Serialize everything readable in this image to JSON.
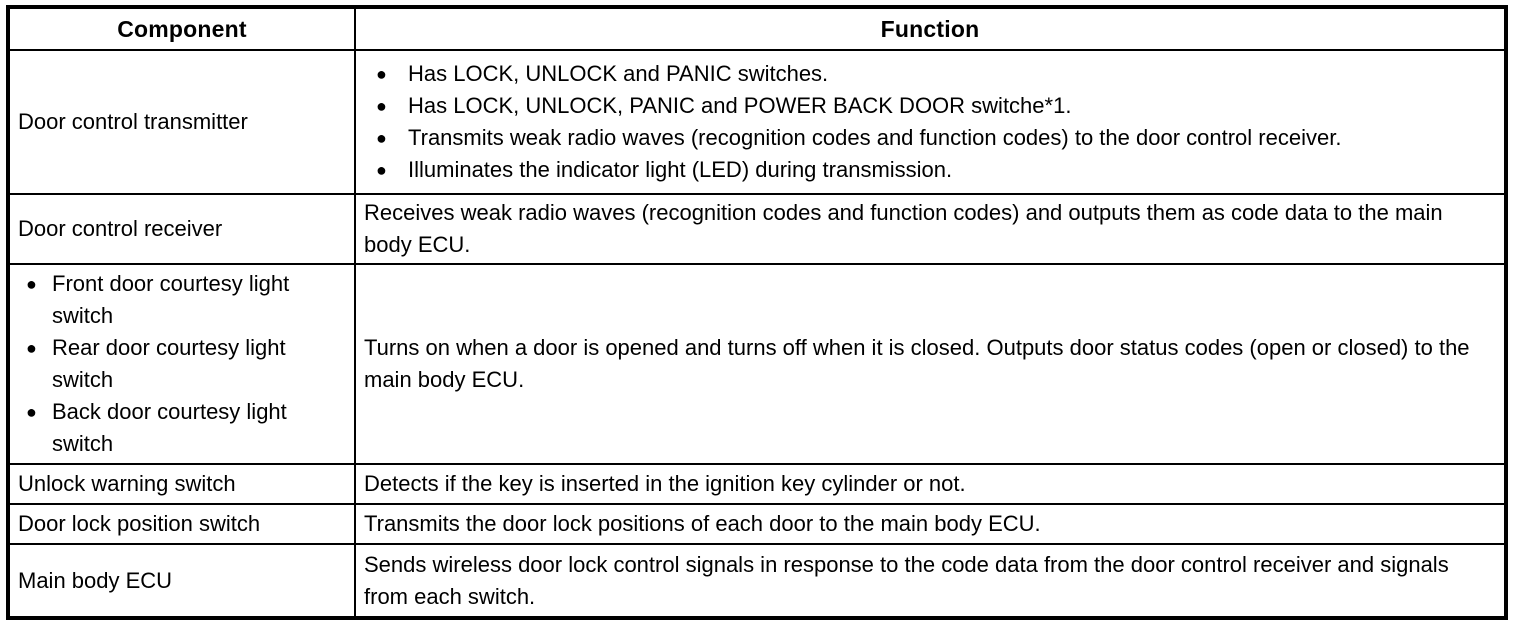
{
  "table": {
    "bullet_glyph": "●",
    "colors": {
      "border": "#000000",
      "background": "#ffffff",
      "text": "#000000"
    },
    "headers": {
      "component": "Component",
      "function": "Function"
    },
    "rows": [
      {
        "component": "Door control transmitter",
        "function_bullets": [
          "Has LOCK, UNLOCK and PANIC switches.",
          "Has LOCK, UNLOCK, PANIC and POWER BACK DOOR switche*1.",
          "Transmits weak radio waves (recognition codes and function codes) to the door control receiver.",
          "Illuminates the indicator light (LED) during transmission."
        ]
      },
      {
        "component": "Door control receiver",
        "function": "Receives weak radio waves (recognition codes and function codes) and outputs them as code data to the main body ECU."
      },
      {
        "component_bullets": [
          "Front door courtesy light switch",
          "Rear door courtesy light switch",
          "Back door courtesy light switch"
        ],
        "function": "Turns on when a door is opened and turns off when it is closed. Outputs door status codes (open or closed) to the main body ECU."
      },
      {
        "component": "Unlock warning switch",
        "function": "Detects if the key is inserted in the ignition key cylinder or not."
      },
      {
        "component": "Door lock position switch",
        "function": "Transmits the door lock positions of each door to the main body ECU."
      },
      {
        "component": "Main body ECU",
        "function": "Sends wireless door lock control signals in response to the code data from the door control receiver and signals from each switch."
      }
    ]
  }
}
